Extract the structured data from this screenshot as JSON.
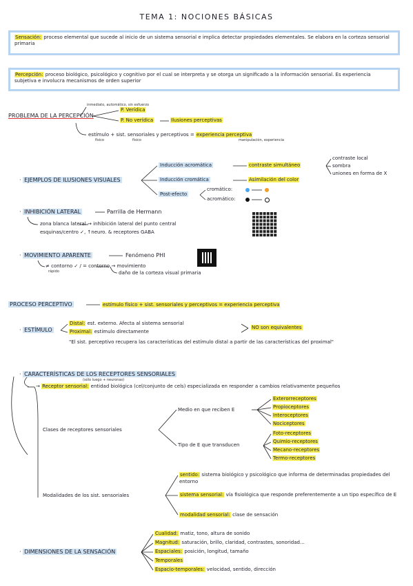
{
  "title": "TEMA 1: NOCIONES BÁSICAS",
  "box_sensacion": {
    "term": "Sensación:",
    "text": "proceso elemental que sucede al inicio de un sistema sensorial e implica detectar propiedades elementales. Se elabora en la corteza sensorial primaria"
  },
  "box_percepcion": {
    "term": "Percepción:",
    "text": "proceso biológico, psicológico y cognitivo por el cual se interpreta y se otorga un significado a la información sensorial. Es experiencia subjetiva e involucra mecanismos de orden superior"
  },
  "problema": {
    "heading": "PROBLEMA DE LA PERCEPCIÓN",
    "note_top": "inmediato, automático, sin esfuerzo",
    "p_veridica": "P. Verídica",
    "p_no_veridica": "P. No verídica",
    "ilusiones": "Ilusiones perceptivas",
    "formula_a": "estímulo",
    "formula_b": "+ sist. sensoriales y perceptivos =",
    "formula_c": "experiencia perceptiva",
    "sub_a": "físico",
    "sub_b": "físico",
    "sub_c": "manipulación, experiencia"
  },
  "ilusiones": {
    "heading": "EJEMPLOS DE ILUSIONES VISUALES",
    "induccion_acr": "Inducción acromática",
    "contraste": "contraste simultáneo",
    "contraste_items": [
      "contraste local",
      "sombra",
      "uniones en forma de X"
    ],
    "induccion_cr": "Inducción cromática",
    "asimilacion": "Asimilación del color",
    "post_efecto": "Post-efecto",
    "cromatico": "cromático:",
    "acromatico": "acromático:"
  },
  "inhibicion": {
    "heading": "INHIBICIÓN LATERAL",
    "rejilla": "Parrilla de Hermann",
    "line1": "zona blanca lateral → inhibición lateral del punto central",
    "line2": "esquinas/centro ✓, ↑neuro. & receptores GABA"
  },
  "movimiento": {
    "heading": "MOVIMIENTO APARENTE",
    "fenomeno": "Fenómeno PHI",
    "line1": "≠ contorno ✓ / = contorno → movimiento",
    "line1_sub": "rápido",
    "line2": "daño de la corteza visual primaria"
  },
  "proceso": {
    "heading": "PROCESO PERCEPTIVO",
    "text": "estímulo físico + sist. sensoriales y perceptivos = experiencia perceptiva"
  },
  "estimulo": {
    "heading": "ESTÍMULO",
    "distal": "Distal:",
    "distal_text": "est. externo. Afecta al sistema sensorial",
    "proximal": "Proximal:",
    "proximal_text": "estímulo directamente",
    "no_equiv": "NO son equivalentes",
    "quote": "\"El sist. perceptivo recupera las características del estímulo distal a partir de las características del proximal\""
  },
  "receptores": {
    "heading": "CARACTERÍSTICAS DE LOS RECEPTORES SENSORIALES",
    "tiny_note": "(sólo luego + neuronas)",
    "receptor_term": "Receptor sensorial:",
    "receptor_text": "entidad biológica (cel/conjunto de cels) especializada en responder a cambios relativamente pequeños",
    "clases": "Clases de receptores sensoriales",
    "medio": "Medio en que reciben E",
    "medio_items": [
      "Exterorreceptores",
      "Propioceptores",
      "Interoceptores",
      "Nociceptores"
    ],
    "tipo": "Tipo de E que transducen",
    "tipo_items": [
      "Foto-receptores",
      "Quimio-receptores",
      "Mecano-receptores",
      "Termo-receptores"
    ],
    "modalidades": "Modalidades de los sist. sensoriales",
    "sentido_term": "sentido:",
    "sentido_text": "sistema biológico y psicológico que informa de determinadas propiedades del entorno",
    "sistema_term": "sistema sensorial:",
    "sistema_text": "vía fisiológica que responde preferentemente a un tipo específico de E",
    "modalidad_term": "modalidad sensorial:",
    "modalidad_text": "clase de sensación"
  },
  "dimensiones": {
    "heading": "DIMENSIONES DE LA SENSACIÓN",
    "items": [
      {
        "term": "Cualidad:",
        "text": "matiz, tono, altura de sonido"
      },
      {
        "term": "Magnitud:",
        "text": "saturación, brillo, claridad, contrastes, sonoridad..."
      },
      {
        "term": "Espaciales:",
        "text": "posición, longitud, tamaño"
      },
      {
        "term": "Temporales",
        "text": ""
      },
      {
        "term": "Espacio-temporales:",
        "text": "velocidad, sentido, dirección"
      }
    ]
  },
  "colors": {
    "box_border": "#b7d5f3",
    "highlight_yellow": "#f7ee57",
    "highlight_blue": "#cfe3f5",
    "dot_blue": "#4aa6f2",
    "dot_orange": "#f2a02a"
  }
}
